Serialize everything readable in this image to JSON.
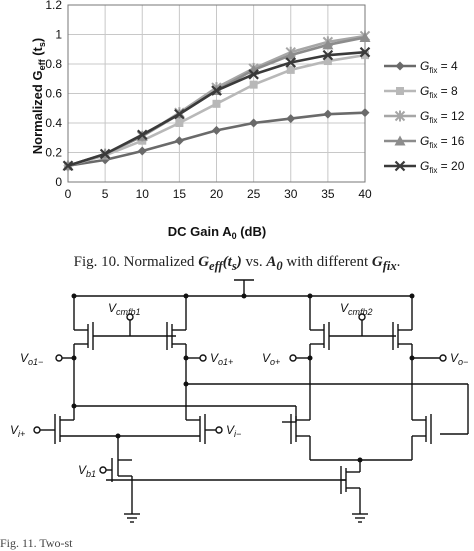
{
  "chart_data": {
    "type": "line",
    "xlabel": "DC Gain A0 (dB)",
    "ylabel": "Normalized Geff (ts)",
    "x": [
      0,
      5,
      10,
      15,
      20,
      25,
      30,
      35,
      40
    ],
    "xlim": [
      0,
      40
    ],
    "ylim": [
      0,
      1.2
    ],
    "xticks": [
      "0",
      "5",
      "10",
      "15",
      "20",
      "25",
      "30",
      "35",
      "40"
    ],
    "yticks": [
      "0",
      "0.2",
      "0.4",
      "0.6",
      "0.8",
      "1",
      "1.2"
    ],
    "grid": true,
    "legend_position": "right",
    "series": [
      {
        "name": "Gfix = 4",
        "color": "#6a6a6a",
        "marker": "diamond",
        "values": [
          0.11,
          0.15,
          0.21,
          0.28,
          0.35,
          0.4,
          0.43,
          0.46,
          0.47
        ]
      },
      {
        "name": "Gfix = 8",
        "color": "#b8b8b8",
        "marker": "square",
        "values": [
          0.11,
          0.18,
          0.28,
          0.4,
          0.53,
          0.66,
          0.76,
          0.82,
          0.86
        ]
      },
      {
        "name": "Gfix = 12",
        "color": "#a6a6a6",
        "marker": "star",
        "values": [
          0.11,
          0.19,
          0.31,
          0.47,
          0.64,
          0.77,
          0.88,
          0.95,
          0.99
        ]
      },
      {
        "name": "Gfix = 16",
        "color": "#8c8c8c",
        "marker": "triangle",
        "values": [
          0.11,
          0.19,
          0.31,
          0.46,
          0.62,
          0.76,
          0.86,
          0.93,
          0.98
        ]
      },
      {
        "name": "Gfix = 20",
        "color": "#3a3a3a",
        "marker": "x",
        "values": [
          0.11,
          0.19,
          0.32,
          0.46,
          0.62,
          0.73,
          0.81,
          0.86,
          0.88
        ]
      }
    ]
  },
  "legend_labels": [
    {
      "base": "G",
      "sub": "fix",
      "suffix": " = 4"
    },
    {
      "base": "G",
      "sub": "fix",
      "suffix": " = 8"
    },
    {
      "base": "G",
      "sub": "fix",
      "suffix": " = 12"
    },
    {
      "base": "G",
      "sub": "fix",
      "suffix": " = 16"
    },
    {
      "base": "G",
      "sub": "fix",
      "suffix": " = 20"
    }
  ],
  "axis_text": {
    "x_main": "DC Gain A",
    "x_sub": "0",
    "x_unit": " (dB)",
    "y_main": "Normalized G",
    "y_sub": "eff",
    "y_paren_open": " (t",
    "y_paren_sub": "s",
    "y_paren_close": ")"
  },
  "caption10": {
    "prefix": "Fig. 10.   Normalized ",
    "geff": "G",
    "geff_sub": "eff",
    "geff_arg": "(t",
    "geff_arg_sub": "s",
    "geff_arg_close": ")",
    "vs": " vs. ",
    "a0": "A",
    "a0_sub": "0",
    "with": " with different ",
    "gfix": "G",
    "gfix_sub": "fix",
    "end": "."
  },
  "circuit_labels": {
    "vcmfb1": "V",
    "vcmfb1_sub": "cmfb1",
    "vcmfb2": "V",
    "vcmfb2_sub": "cmfb2",
    "vo1m": "V",
    "vo1m_sub": "o1−",
    "vo1p": "V",
    "vo1p_sub": "o1+",
    "vop": "V",
    "vop_sub": "o+",
    "vom": "V",
    "vom_sub": "o−",
    "vip": "V",
    "vip_sub": "i+",
    "vim": "V",
    "vim_sub": "i−",
    "vb1": "V",
    "vb1_sub": "b1"
  },
  "caption11": "Fig. 11.   Two-st"
}
